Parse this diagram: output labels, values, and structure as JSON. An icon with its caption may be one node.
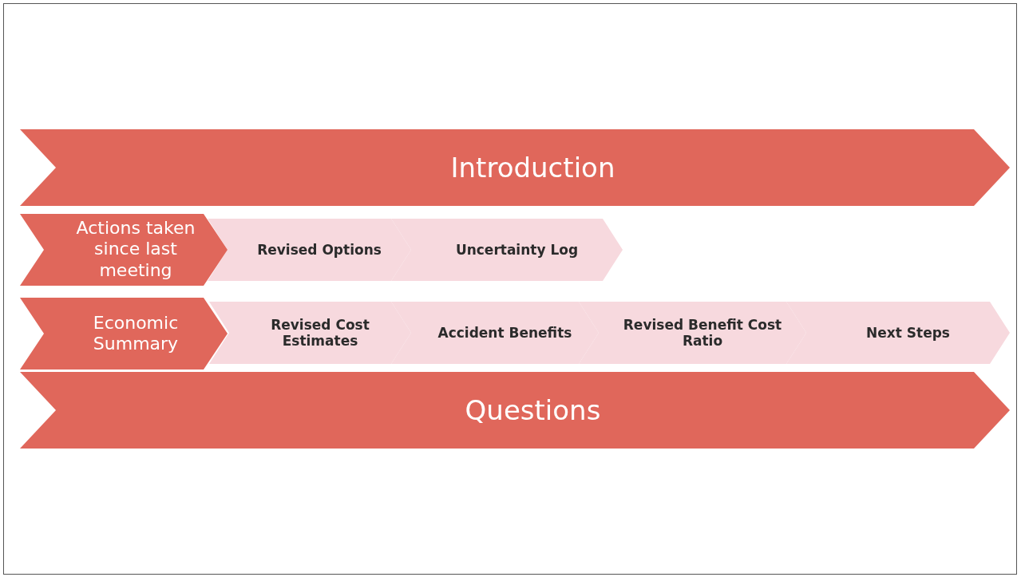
{
  "diagram": {
    "nodes": [
      {
        "text": [
          "Introduction"
        ]
      },
      {
        "text": [
          "Actions taken since last meeting"
        ]
      },
      {
        "text": [
          "Revised Options"
        ]
      },
      {
        "text": [
          "Uncertainty Log"
        ]
      },
      {
        "text": [
          "Economic Summary"
        ]
      },
      {
        "text": [
          "Revised Cost Estimates"
        ]
      },
      {
        "text": [
          "Accident Benefits"
        ]
      },
      {
        "text": [
          "Revised Benefit Cost Ratio"
        ]
      },
      {
        "text": [
          "Next Steps"
        ]
      },
      {
        "text": [
          "Questions"
        ]
      }
    ]
  }
}
